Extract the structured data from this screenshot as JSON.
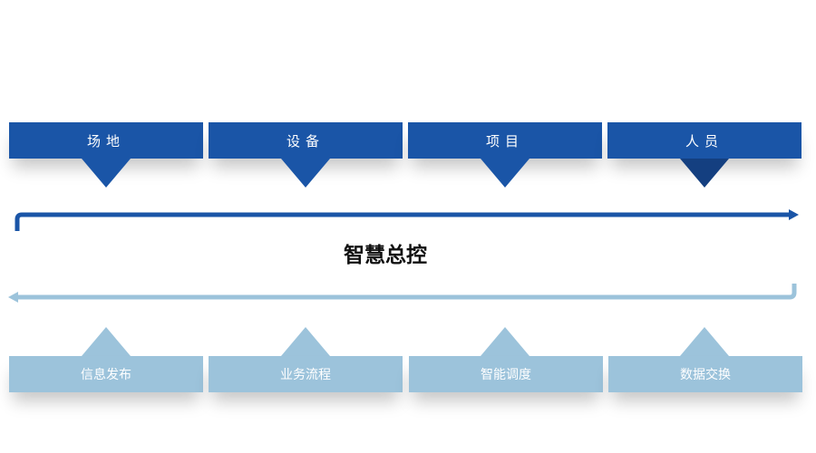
{
  "top_items": [
    {
      "label": "场地"
    },
    {
      "label": "设备"
    },
    {
      "label": "项目"
    },
    {
      "label": "人员"
    }
  ],
  "center_label": "智慧总控",
  "bottom_items": [
    {
      "label": "信息发布"
    },
    {
      "label": "业务流程"
    },
    {
      "label": "智能调度"
    },
    {
      "label": "数据交换"
    }
  ],
  "colors": {
    "top_box": "#1a55a7",
    "top_arrow_last": "#143f80",
    "bottom_box": "#9cc3db",
    "center_text": "#111111"
  }
}
